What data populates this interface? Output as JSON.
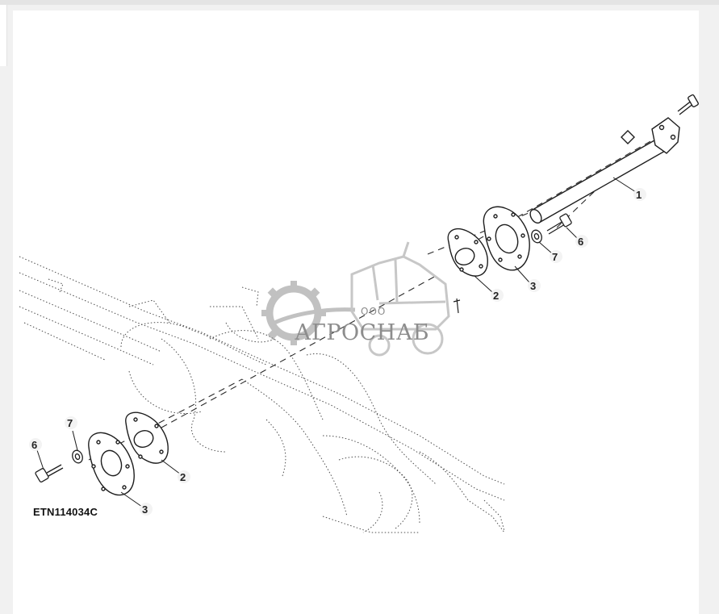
{
  "figure": {
    "code": "ETN114034C",
    "callouts": [
      "1",
      "2",
      "3",
      "6",
      "7",
      "2",
      "3",
      "7",
      "6"
    ]
  },
  "watermark": {
    "company": "ООО",
    "brand": "АГРОСНАБ",
    "icon": "gear-tractor-logo"
  },
  "colors": {
    "line": "#1e1e1e",
    "dashed": "#2a2a2a",
    "watermark": "#9a9a9a",
    "background": "#ffffff"
  }
}
